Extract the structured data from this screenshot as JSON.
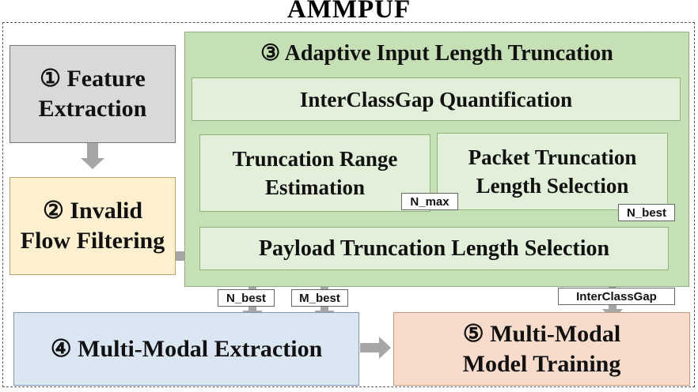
{
  "title": "AMMPUF",
  "colors": {
    "feature": "#d9d9d9",
    "invalid": "#fff0cf",
    "adaptive": "#c5e0b4",
    "inner": "#e2f0d9",
    "multimodal_extraction": "#dbe6f3",
    "model_training": "#f7dccb",
    "arrow": "#a6a6a6"
  },
  "modules": {
    "feature_extraction": {
      "line1": "① Feature",
      "line2": "Extraction"
    },
    "invalid_flow_filtering": {
      "line1": "② Invalid",
      "line2": "Flow Filtering"
    },
    "adaptive_truncation": {
      "title": "③ Adaptive Input Length Truncation",
      "interclassgap": "InterClassGap Quantification",
      "range_estimation": {
        "line1": "Truncation Range",
        "line2": "Estimation"
      },
      "packet_truncation": {
        "line1": "Packet Truncation",
        "line2": "Length Selection"
      },
      "payload_truncation": "Payload Truncation Length Selection"
    },
    "multimodal_extraction": "④ Multi-Modal Extraction",
    "model_training": {
      "line1": "⑤ Multi-Modal",
      "line2": "Model Training"
    }
  },
  "labels": {
    "n_max": "N_max",
    "n_best_right": "N_best",
    "interclassgap": "InterClassGap",
    "n_best_bottom": "N_best",
    "m_best_bottom": "M_best"
  }
}
